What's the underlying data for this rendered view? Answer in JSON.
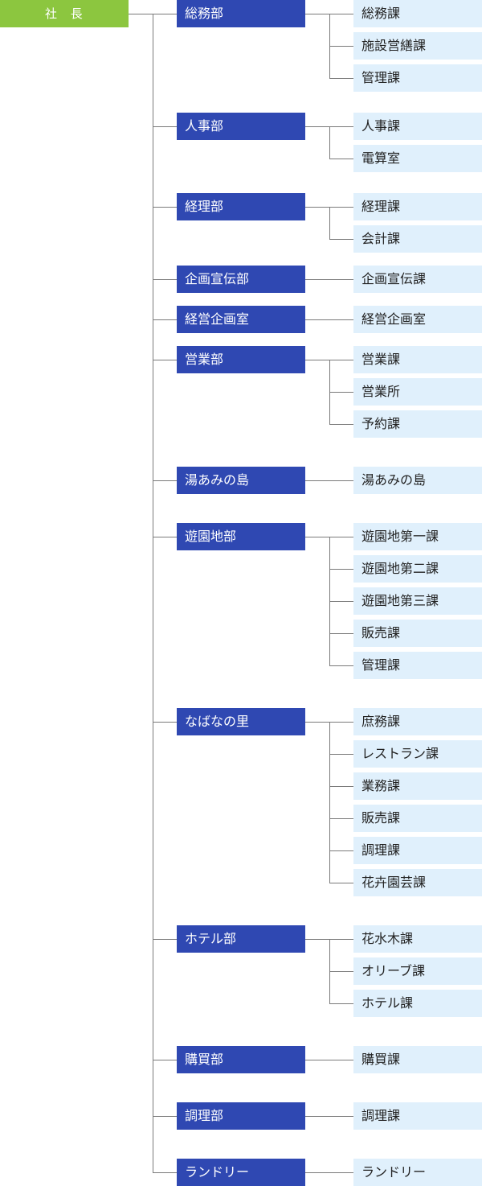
{
  "root": {
    "label": "社 長"
  },
  "departments": [
    {
      "name": "総務部",
      "sections": [
        "総務課",
        "施設営繕課",
        "管理課"
      ]
    },
    {
      "name": "人事部",
      "sections": [
        "人事課",
        "電算室"
      ]
    },
    {
      "name": "経理部",
      "sections": [
        "経理課",
        "会計課"
      ]
    },
    {
      "name": "企画宣伝部",
      "sections": [
        "企画宣伝課"
      ]
    },
    {
      "name": "経営企画室",
      "sections": [
        "経営企画室"
      ]
    },
    {
      "name": "営業部",
      "sections": [
        "営業課",
        "営業所",
        "予約課"
      ]
    },
    {
      "name": "湯あみの島",
      "sections": [
        "湯あみの島"
      ]
    },
    {
      "name": "遊園地部",
      "sections": [
        "遊園地第一課",
        "遊園地第二課",
        "遊園地第三課",
        "販売課",
        "管理課"
      ]
    },
    {
      "name": "なばなの里",
      "sections": [
        "庶務課",
        "レストラン課",
        "業務課",
        "販売課",
        "調理課",
        "花卉園芸課"
      ]
    },
    {
      "name": "ホテル部",
      "sections": [
        "花水木課",
        "オリーブ課",
        "ホテル課"
      ]
    },
    {
      "name": "購買部",
      "sections": [
        "購買課"
      ]
    },
    {
      "name": "調理部",
      "sections": [
        "調理課"
      ]
    },
    {
      "name": "ランドリー",
      "sections": [
        "ランドリー"
      ]
    }
  ],
  "colors": {
    "root_bg": "#8cc63f",
    "department_bg": "#2f48b2",
    "section_bg": "#e0f0fc",
    "connector": "#7a7a7a"
  }
}
